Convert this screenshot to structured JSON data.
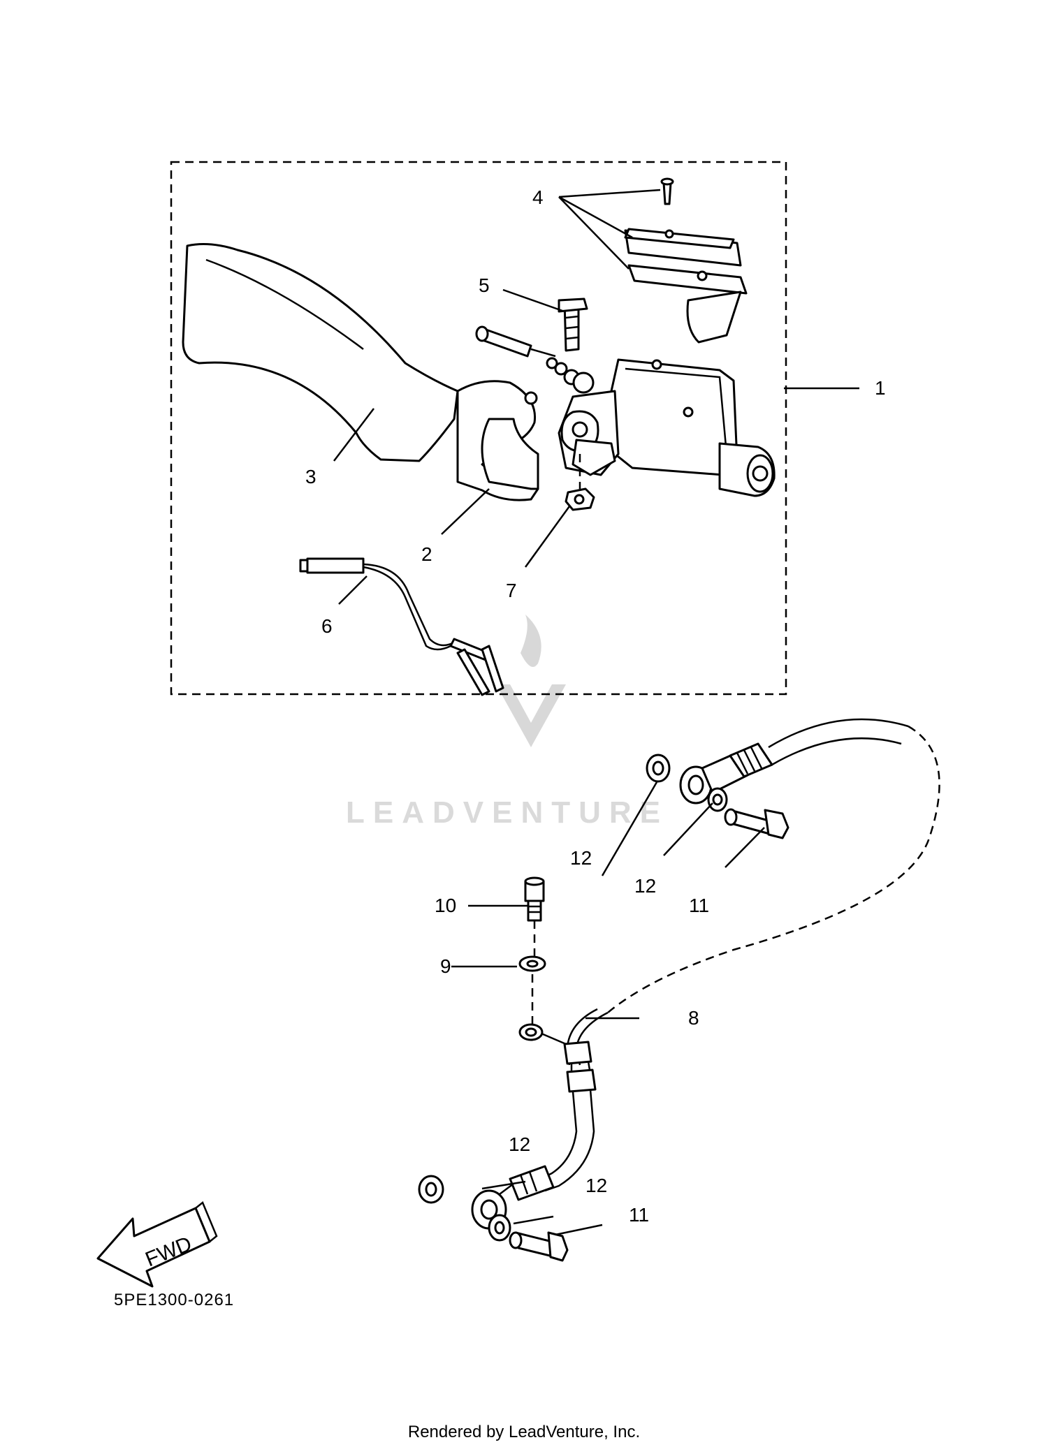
{
  "callouts": {
    "c1": "1",
    "c2": "2",
    "c3": "3",
    "c4": "4",
    "c5": "5",
    "c6": "6",
    "c7": "7",
    "c8": "8",
    "c9": "9",
    "c10": "10",
    "c11a": "11",
    "c11b": "11",
    "c12a": "12",
    "c12b": "12",
    "c12c": "12",
    "c12d": "12"
  },
  "fwd_label": "FWD",
  "diagram_code": "5PE1300-0261",
  "watermark": "LEADVENTURE",
  "footer": "Rendered by LeadVenture, Inc."
}
